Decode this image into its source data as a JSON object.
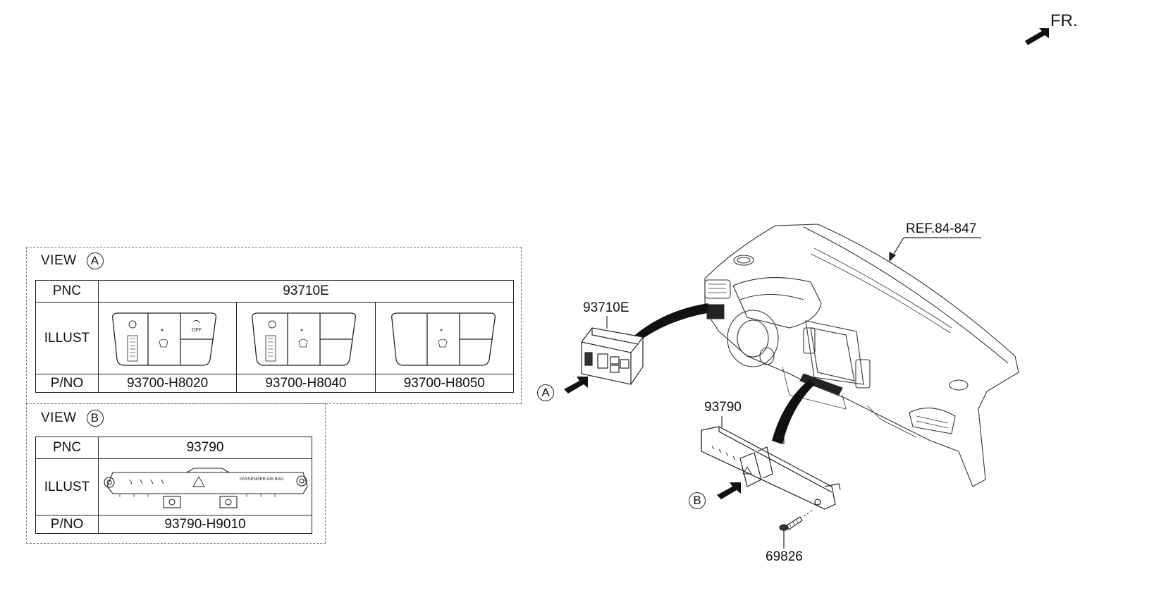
{
  "orientation": {
    "label": "FR."
  },
  "view_a": {
    "title": "VIEW",
    "marker": "A",
    "pnc_label": "PNC",
    "pnc_value": "93710E",
    "illust_label": "ILLUST",
    "pno_label": "P/NO",
    "part_numbers": [
      "93700-H8020",
      "93700-H8040",
      "93700-H8050"
    ],
    "switch_text": {
      "off": "OFF"
    }
  },
  "view_b": {
    "title": "VIEW",
    "marker": "B",
    "pnc_label": "PNC",
    "pnc_value": "93790",
    "illust_label": "ILLUST",
    "pno_label": "P/NO",
    "part_number": "93790-H9010",
    "panel_text": "PASSENGER AIR BAG"
  },
  "callouts": {
    "ref": "REF.84-847",
    "part_93710e": "93710E",
    "part_93790": "93790",
    "part_69826": "69826",
    "marker_a": "A",
    "marker_b": "B"
  }
}
